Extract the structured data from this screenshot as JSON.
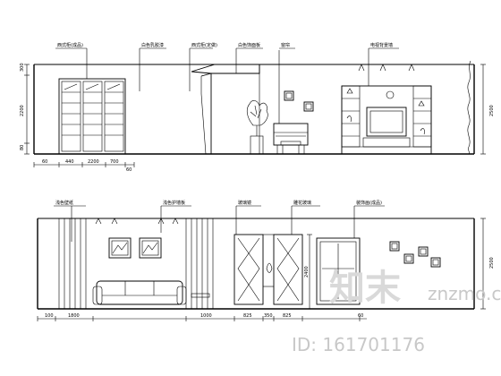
{
  "elevation_top": {
    "callouts": [
      "西式柜(成品)",
      "白色乳胶漆",
      "西式柜(定做)",
      "白色饰面板",
      "窗帘",
      "电视背景墙"
    ],
    "width_dims": [
      "60",
      "440",
      "2200",
      "700",
      "60"
    ],
    "height_dims": [
      "300",
      "2200",
      "80"
    ],
    "right_height_dim": "2500"
  },
  "elevation_bottom": {
    "callouts": [
      "浅色壁纸",
      "浅色护墙板",
      "玻璃镜",
      "雕花玻璃",
      "装饰画(成品)"
    ],
    "width_dims": [
      "100",
      "1800",
      "1000",
      "825",
      "350",
      "825",
      "60"
    ],
    "height_dims": [
      "2400"
    ],
    "right_height_dim": "2500"
  },
  "watermark": {
    "logo_cn": "知末",
    "logo_en": "znzmo.com",
    "id_text": "ID: 161701176"
  }
}
